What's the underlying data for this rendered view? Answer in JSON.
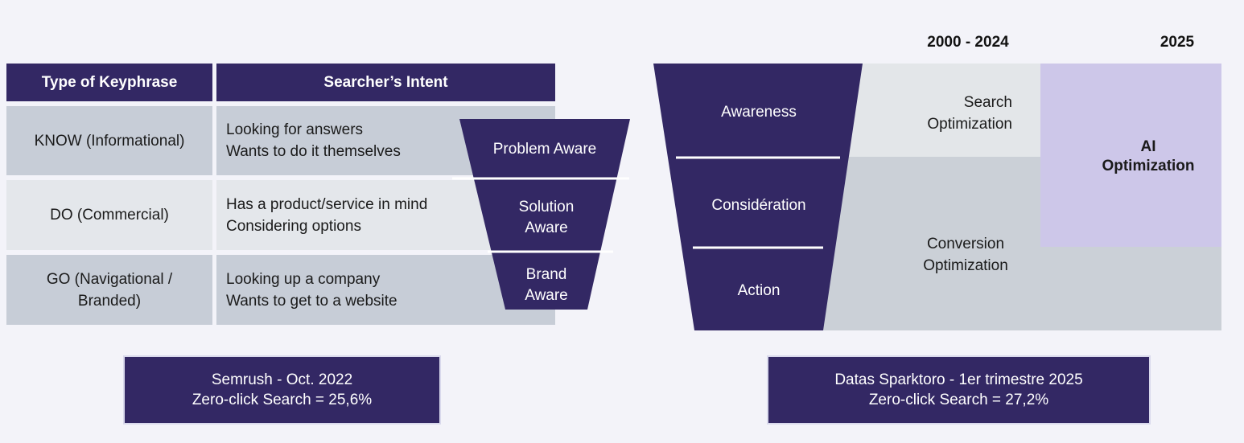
{
  "periods": {
    "past": "2000 - 2024",
    "current": "2025"
  },
  "keyphrase_table": {
    "headers": [
      "Type of Keyphrase",
      "Searcher’s Intent"
    ],
    "rows": [
      {
        "type": "KNOW (Informational)",
        "intent": "Looking for answers\nWants to do it themselves"
      },
      {
        "type": "DO (Commercial)",
        "intent": "Has a product/service in mind\nConsidering options"
      },
      {
        "type": "GO (Navigational /\nBranded)",
        "intent": "Looking up a company\nWants to get to a website"
      }
    ]
  },
  "awareness_funnel": {
    "stages": [
      "Problem Aware",
      "Solution\nAware",
      "Brand\nAware"
    ]
  },
  "journey_funnel": {
    "stages": [
      "Awareness",
      "Considération",
      "Action"
    ]
  },
  "optimization_blocks": {
    "search": "Search\nOptimization",
    "conversion": "Conversion\nOptimization",
    "ai": "AI\nOptimization"
  },
  "sources": {
    "left": {
      "line1": "Semrush - Oct. 2022",
      "line2": "Zero-click Search = 25,6%"
    },
    "right": {
      "line1": "Datas Sparktoro - 1er trimestre 2025",
      "line2": "Zero-click Search = 27,2%"
    }
  },
  "colors": {
    "primary_purple": "#332864",
    "ai_purple": "#cdc7e9",
    "row_gray": "#c7cdd7",
    "row_light_gray": "#e4e7eb",
    "search_block_gray": "#e3e6e9",
    "conversion_block_gray": "#cbd0d7",
    "background": "#f3f3f9",
    "text_dark": "#1a1a1a",
    "text_white": "#ffffff"
  }
}
